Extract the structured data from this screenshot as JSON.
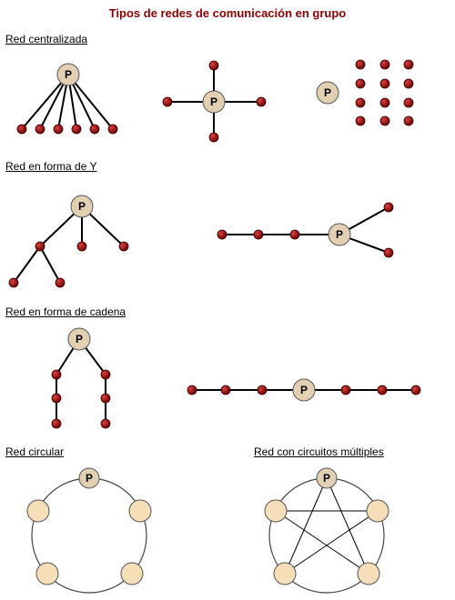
{
  "title": "Tipos de redes de comunicación en grupo",
  "sections": {
    "centralizada": "Red centralizada",
    "forma_y": "Red en forma de Y",
    "cadena": "Red en forma de cadena",
    "circular": "Red circular",
    "circuitos_multiples": "Red con circuitos múltiples"
  },
  "node_label": "P",
  "colors": {
    "title": "#8b0000",
    "dot_fill": "#8b0000",
    "dot_stroke": "#3a0000",
    "p_node_fill": "#e3d0b3",
    "p_node_stroke": "#555555",
    "circle_node_fill": "#f5deb8",
    "line": "#000000"
  }
}
